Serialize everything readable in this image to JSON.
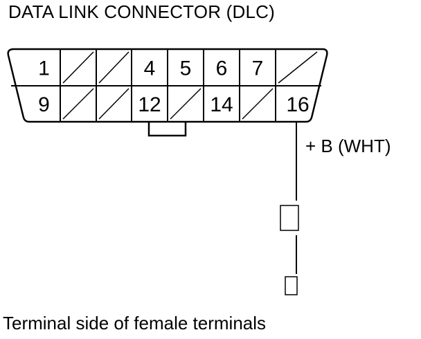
{
  "title": "DATA LINK CONNECTOR (DLC)",
  "caption": "Terminal side of female terminals",
  "wire_label": "+ B (WHT)",
  "connector": {
    "top_row": [
      {
        "label": "1",
        "populated": true
      },
      {
        "label": "",
        "populated": false
      },
      {
        "label": "",
        "populated": false
      },
      {
        "label": "4",
        "populated": true
      },
      {
        "label": "5",
        "populated": true
      },
      {
        "label": "6",
        "populated": true
      },
      {
        "label": "7",
        "populated": true
      },
      {
        "label": "",
        "populated": false
      }
    ],
    "bottom_row": [
      {
        "label": "9",
        "populated": true
      },
      {
        "label": "",
        "populated": false
      },
      {
        "label": "",
        "populated": false
      },
      {
        "label": "12",
        "populated": true
      },
      {
        "label": "",
        "populated": false
      },
      {
        "label": "14",
        "populated": true
      },
      {
        "label": "",
        "populated": false
      },
      {
        "label": "16",
        "populated": true
      }
    ]
  }
}
